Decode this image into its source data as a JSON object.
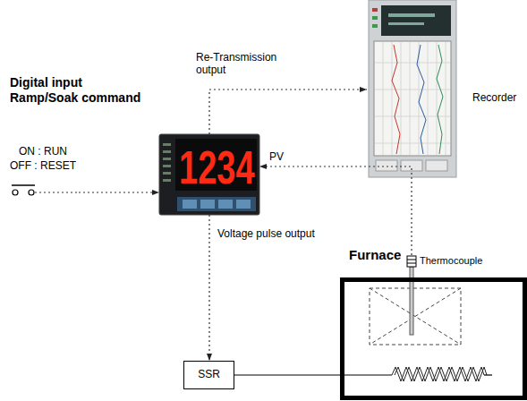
{
  "diagram": {
    "nodes": [
      {
        "text": [
          "Recorder"
        ]
      },
      {
        "text": [
          "1234"
        ]
      },
      {
        "text": [
          "ON : RUN",
          "OFF : RESET"
        ]
      },
      {
        "text": [
          "Furnace"
        ]
      },
      {
        "text": [
          "Thermocouple"
        ]
      },
      {
        "text": [
          "SSR"
        ]
      }
    ],
    "edges": [
      {
        "from": 1,
        "to": 0,
        "arrow": "to",
        "label": "Re-Transmission output"
      },
      {
        "from": 2,
        "to": 1,
        "arrow": "to"
      },
      {
        "from": 4,
        "to": 1,
        "arrow": "to",
        "label": "PV"
      },
      {
        "from": 1,
        "to": 5,
        "arrow": "to",
        "label": "Voltage pulse output"
      },
      {
        "from": 5,
        "to": 3,
        "arrow": "none"
      }
    ],
    "labels": [
      "Digital input",
      "Ramp/Soak command"
    ]
  }
}
